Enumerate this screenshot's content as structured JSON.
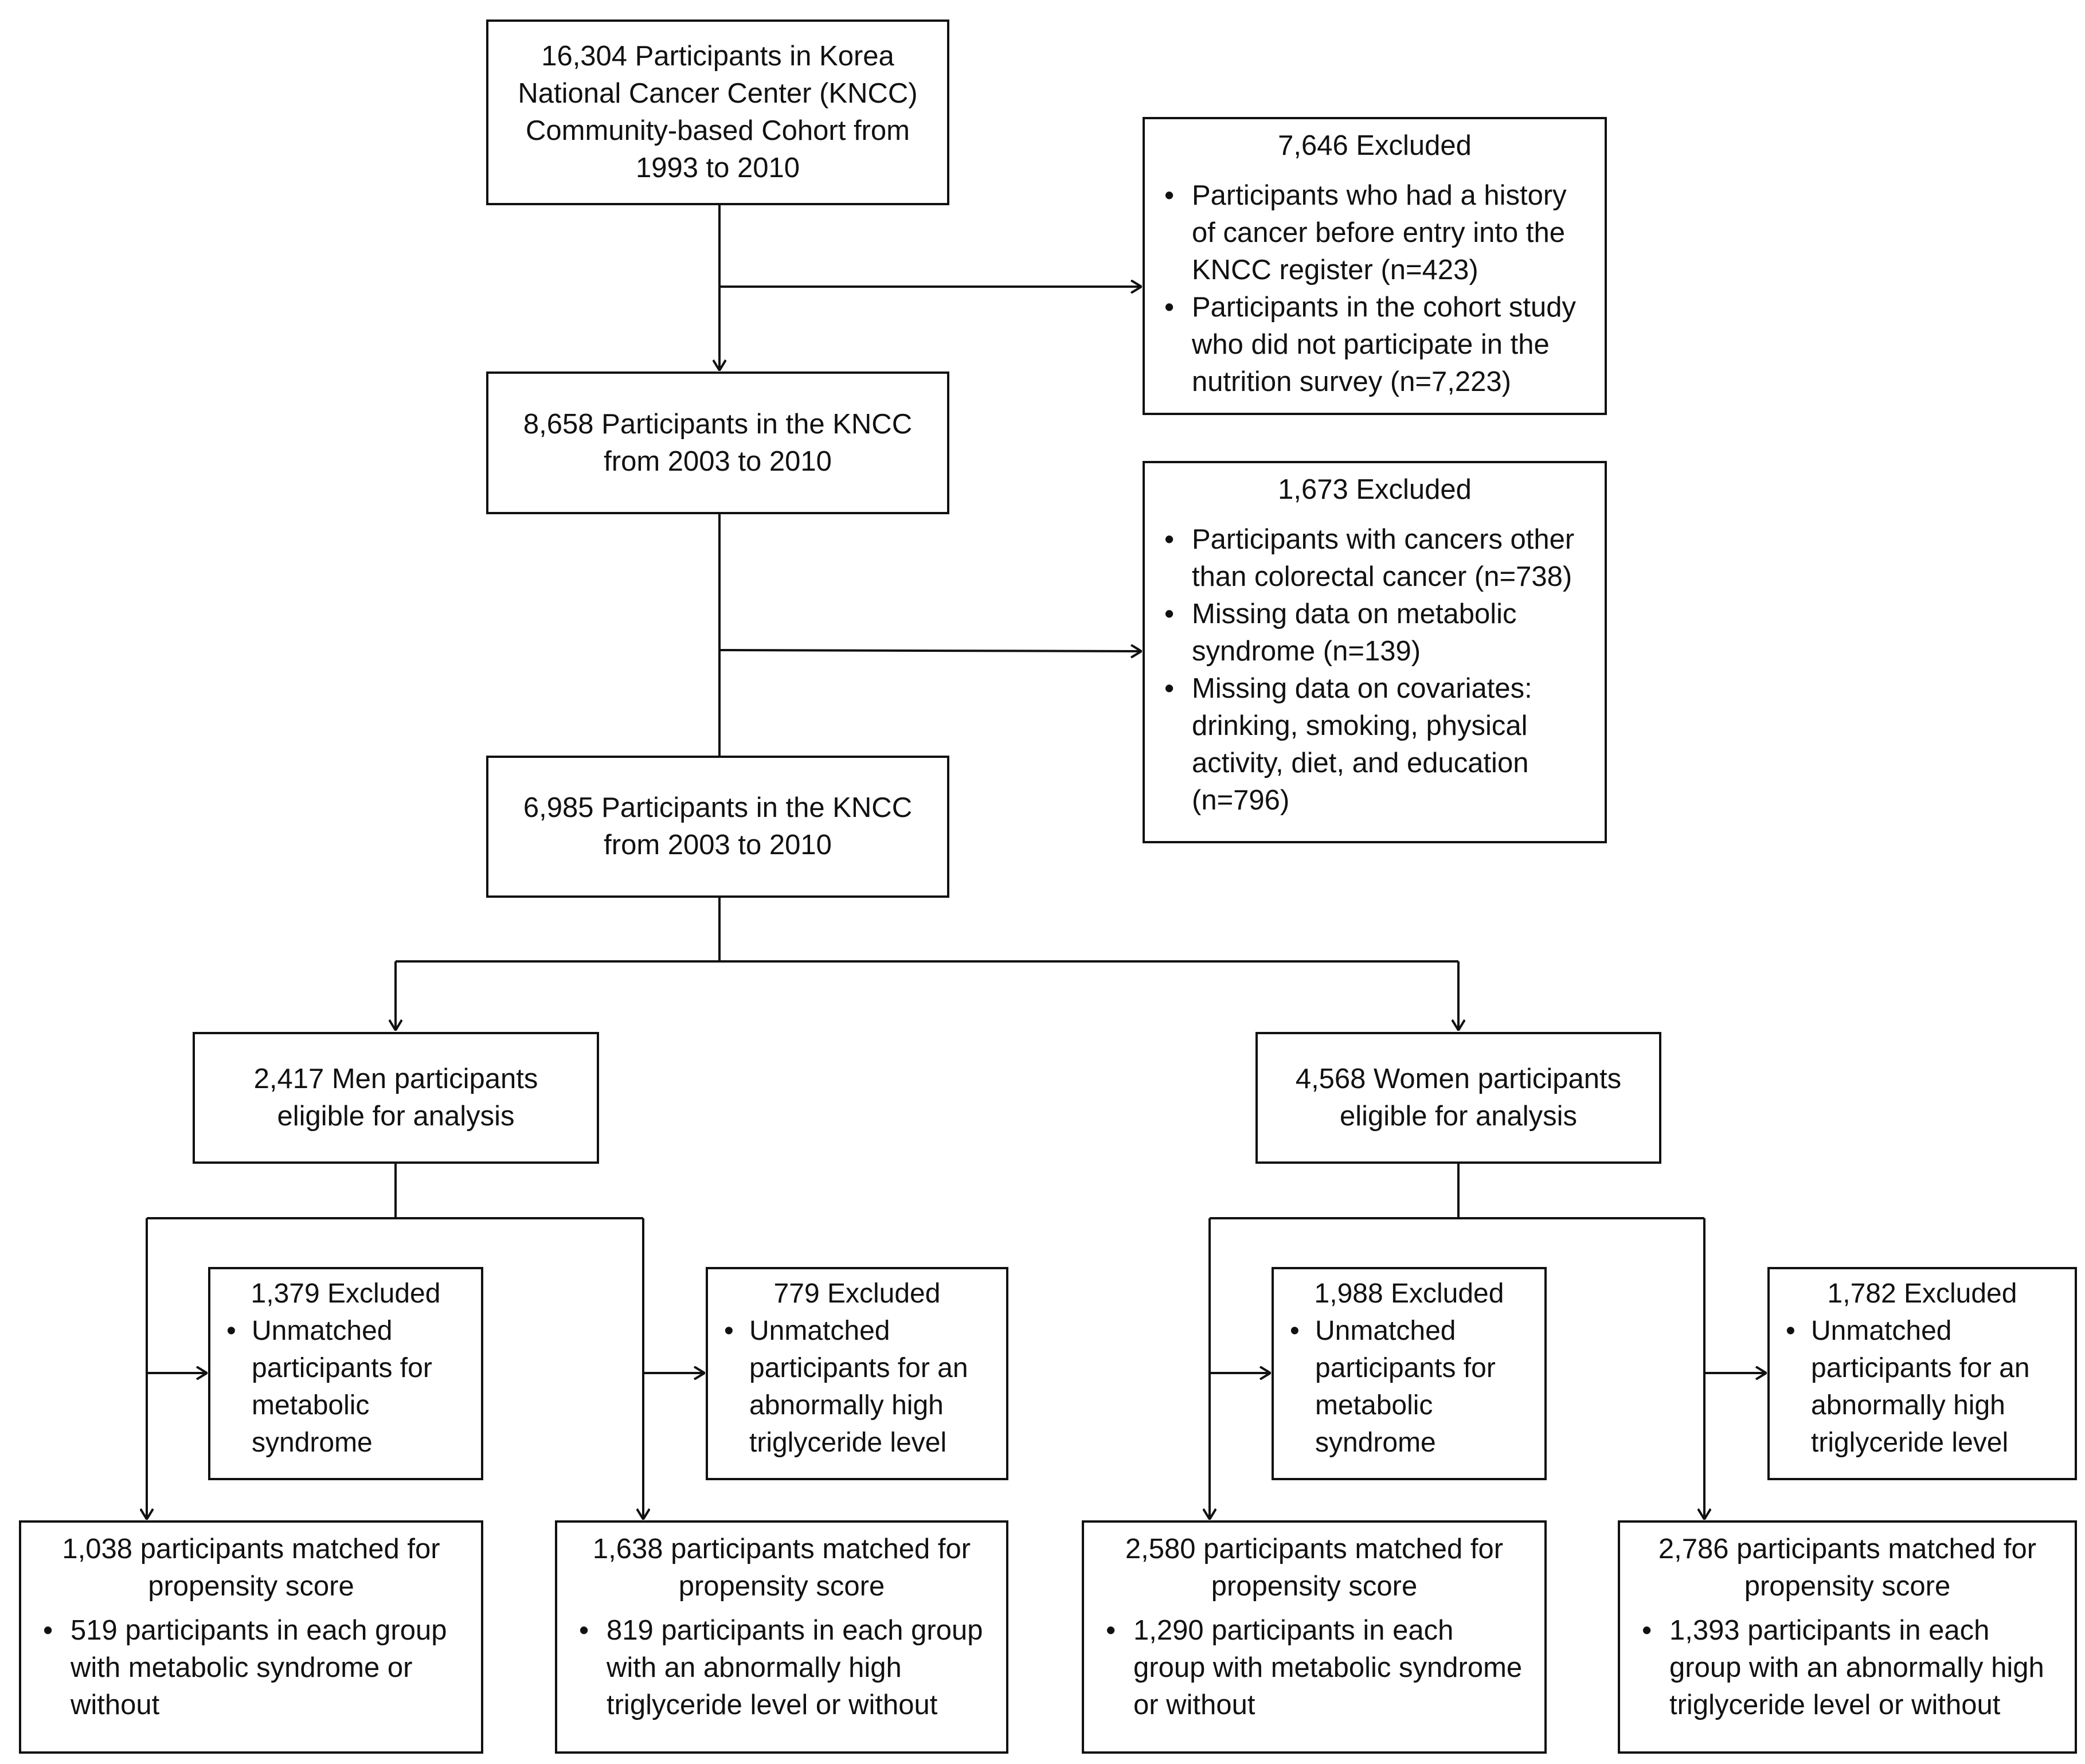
{
  "colors": {
    "line": "#111111",
    "background": "#ffffff"
  },
  "top_box": {
    "text": "16,304 Participants in Korea National Cancer Center (KNCC) Community-based Cohort from 1993 to 2010"
  },
  "exclusion_1": {
    "title": "7,646 Excluded",
    "items": [
      "Participants who had a history of cancer before entry into the KNCC register (n=423)",
      "Participants in the cohort study who did not participate in the nutrition survey (n=7,223)"
    ]
  },
  "step_2": {
    "text": "8,658 Participants in the KNCC from 2003 to 2010"
  },
  "exclusion_2": {
    "title": "1,673 Excluded",
    "items": [
      "Participants with cancers other than colorectal cancer (n=738)",
      "Missing data on metabolic syndrome (n=139)",
      "Missing data on covariates: drinking, smoking, physical activity, diet, and education (n=796)"
    ]
  },
  "step_3": {
    "text": "6,985 Participants in the KNCC from 2003 to 2010"
  },
  "men": {
    "text": "2,417 Men participants eligible for analysis"
  },
  "women": {
    "text": "4,568 Women participants eligible for analysis"
  },
  "men_excl_ms": {
    "title": "1,379 Excluded",
    "item": "Unmatched participants for metabolic syndrome"
  },
  "men_excl_tg": {
    "title": "779 Excluded",
    "item": "Unmatched participants for an abnormally high triglyceride level"
  },
  "women_excl_ms": {
    "title": "1,988 Excluded",
    "item": "Unmatched participants for metabolic syndrome"
  },
  "women_excl_tg": {
    "title": "1,782 Excluded",
    "item": "Unmatched participants for an abnormally high triglyceride level"
  },
  "men_res_ms": {
    "title": "1,038 participants matched for propensity score",
    "item": "519 participants in each group with metabolic syndrome or without"
  },
  "men_res_tg": {
    "title": "1,638 participants matched for propensity score",
    "item": "819 participants in each group with an abnormally high triglyceride level or without"
  },
  "women_res_ms": {
    "title": "2,580 participants matched for propensity score",
    "item": "1,290 participants in each group with metabolic syndrome or without"
  },
  "women_res_tg": {
    "title": "2,786 participants matched for propensity score",
    "item": "1,393 participants in each group with an abnormally high triglyceride level or without"
  }
}
